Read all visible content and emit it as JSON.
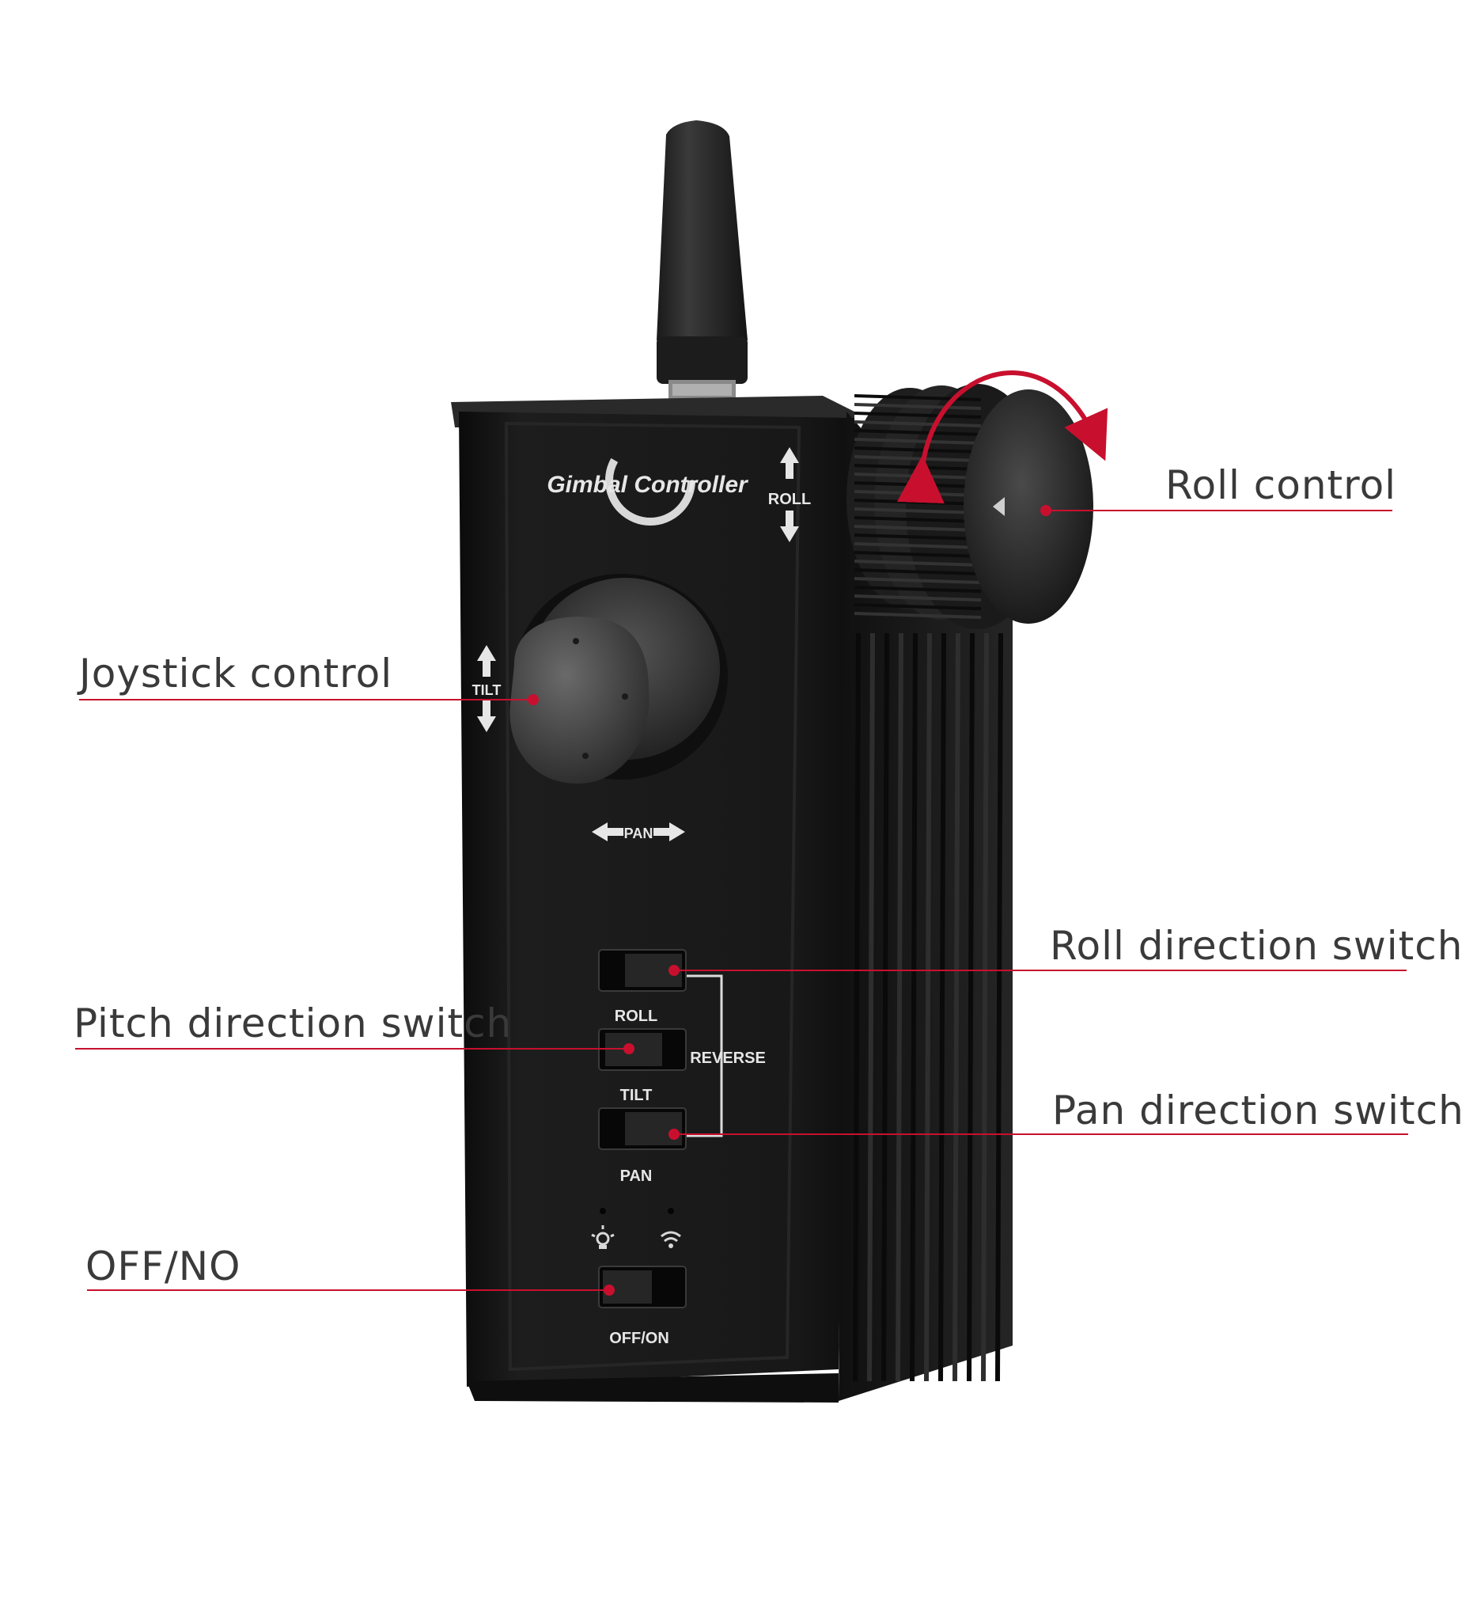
{
  "callouts": {
    "roll_control": "Roll control",
    "joystick_control": "Joystick control",
    "roll_direction_switch": "Roll direction switch",
    "pitch_direction_switch": "Pitch direction switch",
    "pan_direction_switch": "Pan direction switch",
    "power_switch": "OFF/NO"
  },
  "device": {
    "brand": "Gimbal Controller",
    "roll_axis_label": "ROLL",
    "tilt_axis_label": "TILT",
    "pan_axis_label": "PAN",
    "switch_labels": {
      "roll": "ROLL",
      "tilt": "TILT",
      "pan": "PAN",
      "reverse": "REVERSE",
      "power": "OFF/ON"
    },
    "indicators": [
      "light-icon",
      "wifi-icon"
    ]
  },
  "colors": {
    "accent": "#c8102e",
    "callout_text": "#3a3a3a",
    "device_body": "#161616",
    "panel_text": "#e6e6e6"
  }
}
